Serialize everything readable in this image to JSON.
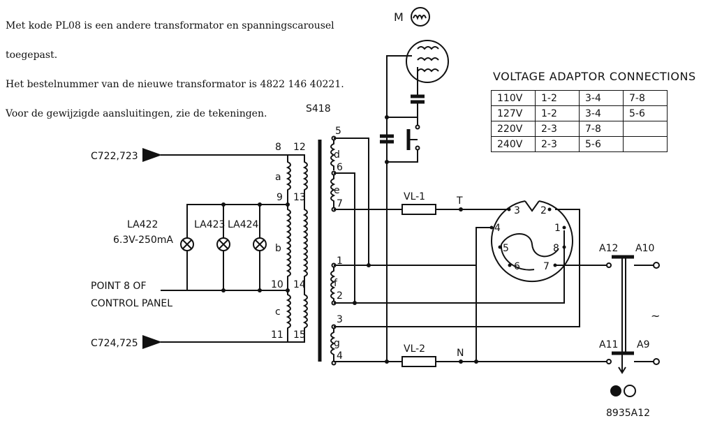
{
  "note": {
    "lines": [
      "Met kode PL08 is een andere transformator en spanningscarousel",
      "toegepast.",
      "Het bestelnummer van de nieuwe transformator is 4822 146 40221.",
      "Voor de gewijzigde aansluitingen, zie de tekeningen."
    ]
  },
  "table": {
    "title": "VOLTAGE ADAPTOR CONNECTIONS",
    "rows": [
      [
        "110V",
        "1-2",
        "3-4",
        "7-8"
      ],
      [
        "127V",
        "1-2",
        "3-4",
        "5-6"
      ],
      [
        "220V",
        "2-3",
        "7-8",
        ""
      ],
      [
        "240V",
        "2-3",
        "5-6",
        ""
      ]
    ]
  },
  "labels": {
    "motor": "M",
    "transformer": "S418",
    "c722": "C722,723",
    "c724": "C724,725",
    "la422": "LA422",
    "la422_rating": "6.3V-250mA",
    "la423": "LA423",
    "la424": "LA424",
    "point8_line1": "POINT 8 OF",
    "point8_line2": "CONTROL PANEL",
    "vl1": "VL-1",
    "vl2": "VL-2",
    "t": "T",
    "n": "N",
    "a12": "A12",
    "a10": "A10",
    "a11": "A11",
    "a9": "A9",
    "tilde": "~",
    "ref": "8935A12"
  },
  "pins": {
    "p8": "8",
    "p12": "12",
    "p9": "9",
    "p13": "13",
    "p10": "10",
    "p14": "14",
    "p11": "11",
    "p15": "15",
    "a": "a",
    "b": "b",
    "c": "c",
    "s5": "5",
    "s6": "6",
    "s7": "7",
    "s1": "1",
    "s2": "2",
    "s3": "3",
    "s4": "4",
    "d": "d",
    "e": "e",
    "f": "f",
    "g": "g",
    "r1": "1",
    "r2": "2",
    "r3": "3",
    "r4": "4",
    "r5": "5",
    "r6": "6",
    "r7": "7",
    "r8": "8"
  }
}
